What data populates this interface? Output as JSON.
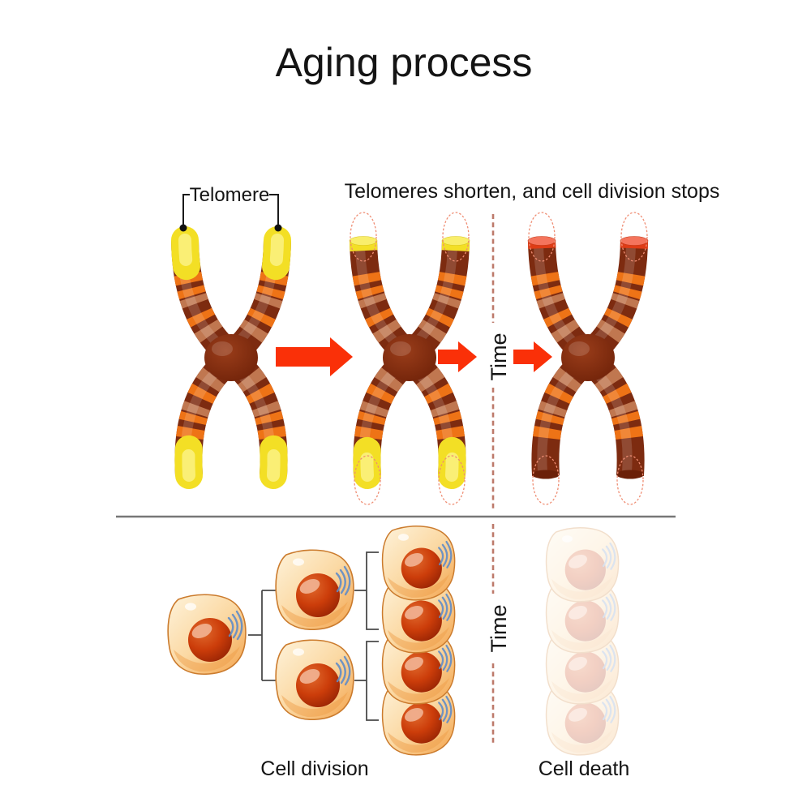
{
  "title": "Aging process",
  "chromosome_panel": {
    "telomere_label": "Telomere",
    "caption": "Telomeres shorten, and cell division stops",
    "time_label": "Time"
  },
  "cell_panel": {
    "time_label": "Time",
    "division_label": "Cell division",
    "death_label": "Cell death"
  },
  "colors": {
    "background": "#FFFFFF",
    "text_black": "#141414",
    "arrow_red": "#FA3008",
    "chromosome_brown": "#7D2B10",
    "chromosome_stripe_orange": "#EE7316",
    "chromosome_stripe_light": "#C88058",
    "centromere_brown": "#6E2108",
    "telomere_yellow": "#F3DF25",
    "telomere_exposed_red": "#DE3C16",
    "lost_telomere_outline": "#EF8D73",
    "time_axis_dash": "#BD7A6B",
    "divider_gray": "#777777",
    "tree_line": "#4A4A4A",
    "cell_body_orange": "#F3A24A",
    "cell_border": "#CB7B2D",
    "nucleus_red": "#8E1F03",
    "nucleus_highlight": "#F0AF8E",
    "golgi_blue": "#5F8CC8"
  }
}
